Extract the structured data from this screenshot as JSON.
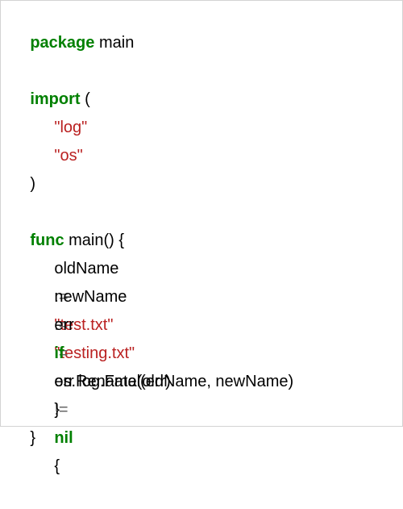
{
  "code": {
    "l1": {
      "kw": "package",
      "rest": " main"
    },
    "l3": {
      "kw": "import",
      "rest": " ("
    },
    "l4": {
      "str": "\"log\""
    },
    "l5": {
      "str": "\"os\""
    },
    "l6": {
      "text": ")"
    },
    "l8": {
      "kw": "func",
      "rest": " main() {"
    },
    "l9": {
      "name": "oldName",
      "op": ":=",
      "str": "\"test.txt\""
    },
    "l10": {
      "name": "newName",
      "op": ":=",
      "str": "\"testing.txt\""
    },
    "l11": {
      "name": "err",
      "op": ":=",
      "rest": "os.Rename(oldName, newName)"
    },
    "l12": {
      "kw_if": "if",
      "name": "err",
      "op": "!=",
      "kw_nil": "nil",
      "brace": "{"
    },
    "l13": {
      "text": "log.Fatal(err)"
    },
    "l14": {
      "text": "}"
    },
    "l15": {
      "text": "}"
    }
  }
}
